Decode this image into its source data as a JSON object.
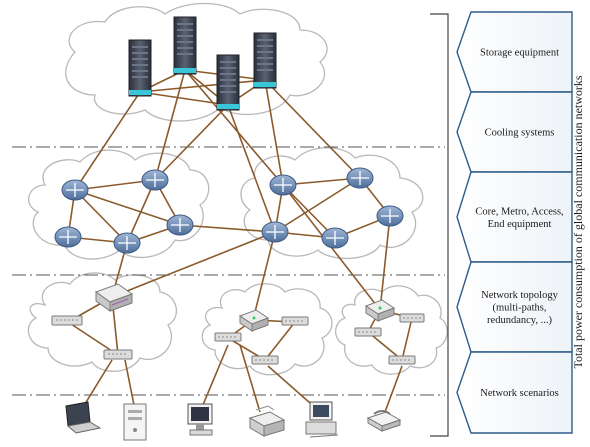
{
  "diagram": {
    "layers": [
      {
        "lines": [
          "Storage equipment"
        ]
      },
      {
        "lines": [
          "Cooling systems"
        ]
      },
      {
        "lines": [
          "Core, Metro, Access,",
          "End equipment"
        ]
      },
      {
        "lines": [
          "Network topology",
          "(multi-paths,",
          "redundancy, ...)"
        ]
      },
      {
        "lines": [
          "Network scenarios"
        ]
      }
    ],
    "vertical_label": "Total power consumption of global communication networks",
    "colors": {
      "link": "#8b5a2b",
      "cloud_stroke": "#b8b8b8",
      "router_fill": "#6f8db8",
      "server_fill": "#3a4150",
      "server_light": "#39c6d8",
      "arrow_stroke": "#2f5d8a",
      "separator": "#555555"
    }
  }
}
